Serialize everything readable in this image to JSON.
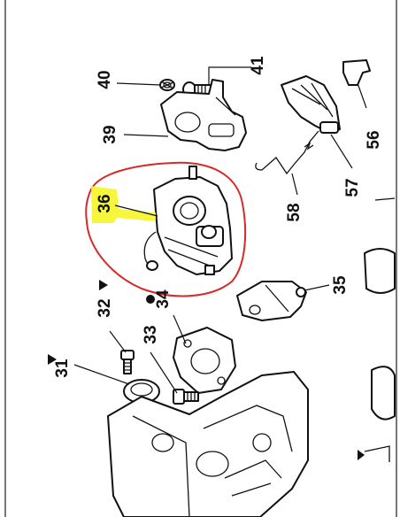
{
  "callouts": {
    "c31": "31",
    "c32": "32",
    "c33": "33",
    "c34": "34",
    "c35": "35",
    "c36": "36",
    "c39": "39",
    "c40": "40",
    "c41": "41",
    "c56": "56",
    "c57": "57",
    "c58": "58"
  },
  "colors": {
    "highlight": "#f5f52a",
    "circle_outline": "#d42a2a",
    "ink": "#111111"
  }
}
